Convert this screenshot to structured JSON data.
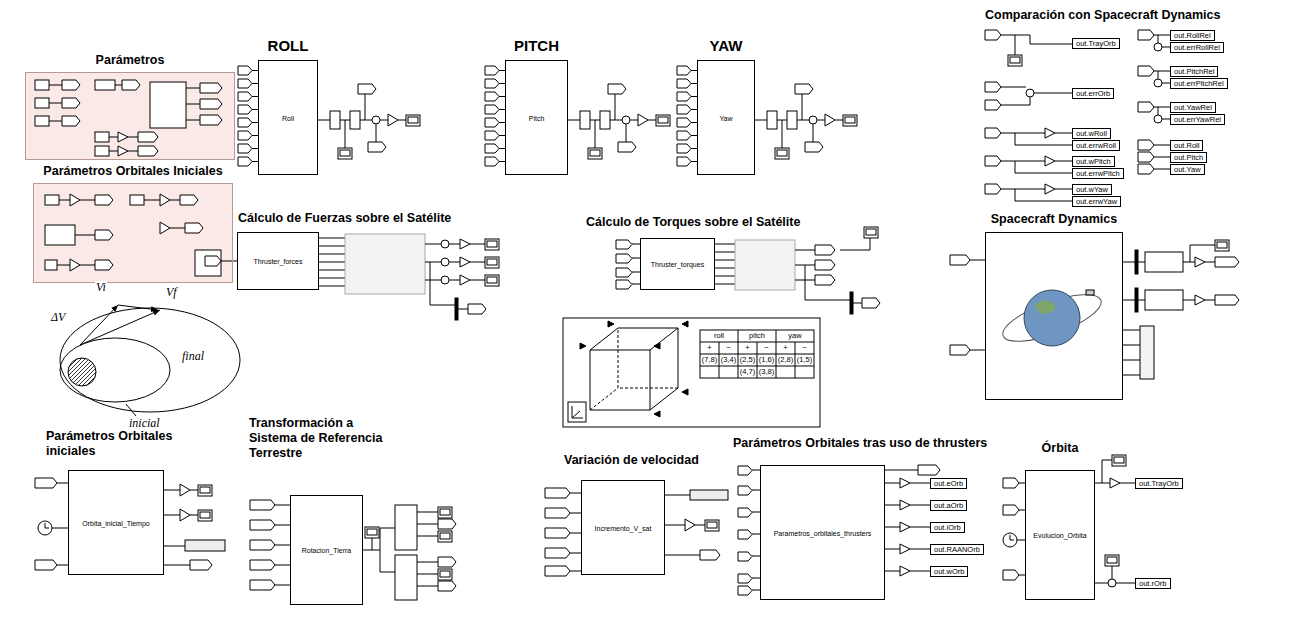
{
  "diagram": {
    "nodes": [
      {
        "text": [
          "Parámetros"
        ]
      },
      {
        "text": [
          "Parámetros Orbitales Iniciales"
        ]
      },
      {
        "text": [
          "ROLL",
          "Roll"
        ]
      },
      {
        "text": [
          "PITCH",
          "Pitch"
        ]
      },
      {
        "text": [
          "YAW",
          "Yaw"
        ]
      },
      {
        "text": [
          "Cálculo de Fuerzas sobre el Satélite",
          "Thruster_forces"
        ]
      },
      {
        "text": [
          "Cálculo de Torques sobre el Satélite",
          "Thruster_torques"
        ]
      },
      {
        "text": [
          "Spacecraft Dynamics"
        ]
      },
      {
        "text": [
          "Parámetros Orbitales iniciales",
          "Orbita_inicial_Tiempo"
        ]
      },
      {
        "text": [
          "Transformación a Sistema de Referencia Terrestre",
          "Rotacion_Tierra"
        ]
      },
      {
        "text": [
          "Variación de velocidad",
          "Incremento_V_sat"
        ]
      },
      {
        "text": [
          "Parámetros Orbitales tras uso de thrusters",
          "Parametros_orbitales_thrusters"
        ]
      },
      {
        "text": [
          "Órbita",
          "Evolucion_Orbita"
        ]
      }
    ],
    "labels": [
      "Comparación con Spacecraft Dynamics",
      "out.TrayOrb",
      "out.errOrb",
      "out.wRoll",
      "out.errwRoll",
      "out.wPitch",
      "out.errwPitch",
      "out.wYaw",
      "out.errwYaw",
      "out.RollRel",
      "out.errRollRel",
      "out.PitchRel",
      "out.errPitchRel",
      "out.YawRel",
      "out.errYawRel",
      "out.Roll",
      "out.Pitch",
      "out.Yaw",
      "Vi",
      "Vf",
      "ΔV",
      "final",
      "inicial",
      "roll",
      "pitch",
      "yaw",
      "+",
      "−",
      "+",
      "−",
      "+",
      "−",
      "(7,8)",
      "(3,4)",
      "(2,5)",
      "(1,6)",
      "(2,8)",
      "(1,5)",
      "(4,7)",
      "(3,8)",
      "out.eOrb",
      "out.aOrb",
      "out.iOrb",
      "out.RAANOrb",
      "out.wOrb",
      "out.TrayOrb",
      "out.rOrb"
    ]
  }
}
